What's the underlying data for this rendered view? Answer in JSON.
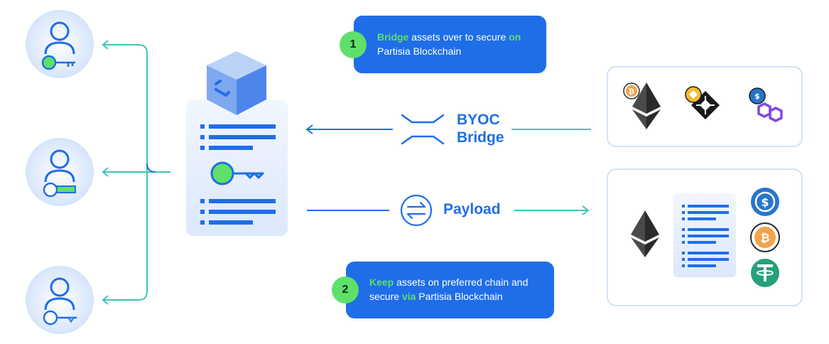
{
  "callouts": [
    {
      "number": "1",
      "highlight_1": "Bridge",
      "text_1": " assets over to secure ",
      "highlight_2": "on",
      "text_2": "Partisia Blockchain"
    },
    {
      "number": "2",
      "highlight_1": "Keep",
      "text_1": " assets on preferred chain and",
      "text_2": "secure ",
      "highlight_2": "via",
      "text_3": " Partisia Blockchain"
    }
  ],
  "labels": {
    "byoc_line1": "BYOC",
    "byoc_line2": "Bridge",
    "payload": "Payload"
  },
  "icons": {
    "users": [
      "user-icon",
      "user-icon",
      "user-icon"
    ],
    "keys": [
      "key-icon",
      "key-icon",
      "key-icon",
      "key-icon"
    ],
    "chains": [
      "ethereum-icon",
      "bitcoin-icon",
      "binance-icon",
      "polygon-icon",
      "usd-coin-icon",
      "tether-icon"
    ]
  },
  "colors": {
    "brand_blue": "#1f6ee8",
    "accent_green": "#5ee06b",
    "teal": "#3cc7b4",
    "card_bg": "#e9f0fd"
  }
}
